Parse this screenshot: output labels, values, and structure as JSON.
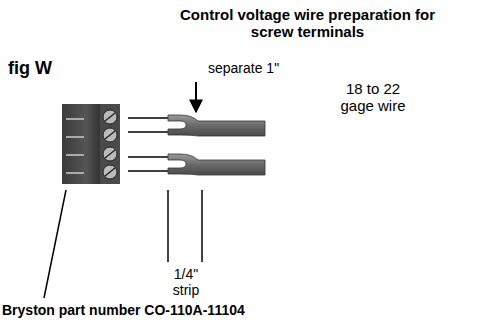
{
  "diagram": {
    "title": "Control voltage wire preparation for screw terminals",
    "labels": [
      "fig W",
      "separate 1\"",
      "18 to 22 gage wire",
      "1/4\" strip",
      "Bryston part number CO-110A-11104"
    ]
  }
}
